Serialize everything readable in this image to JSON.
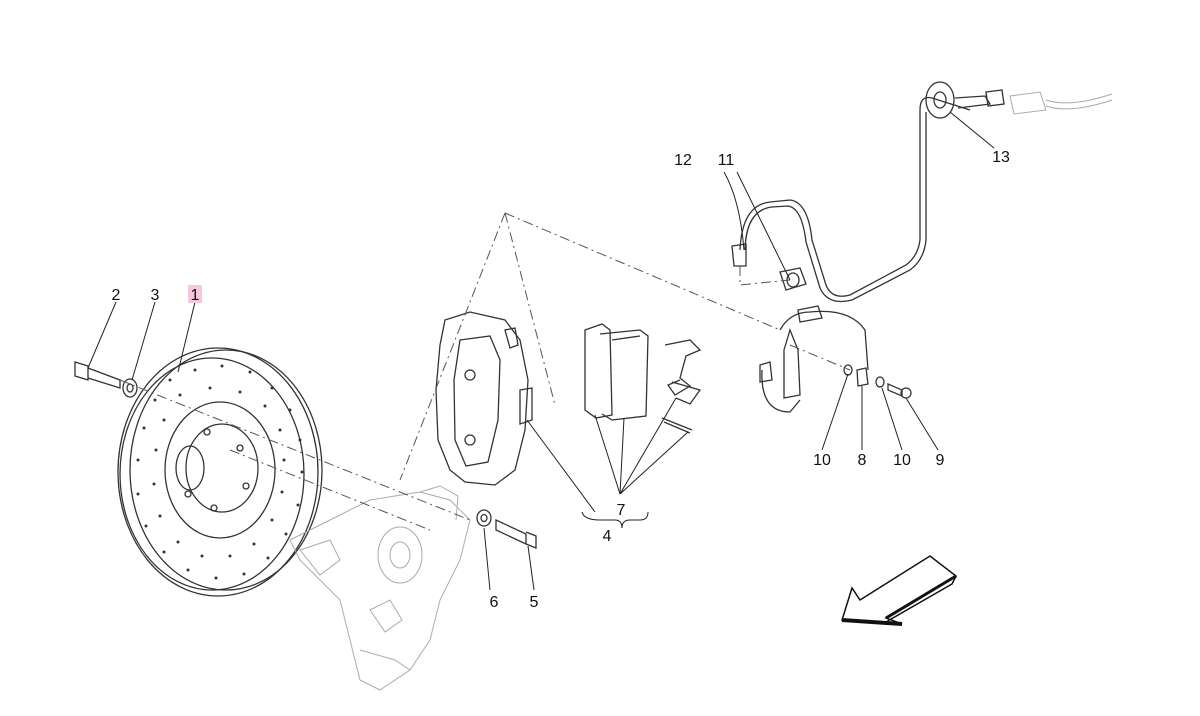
{
  "diagram": {
    "callouts": [
      {
        "id": "c1",
        "label": "1",
        "highlighted": true
      },
      {
        "id": "c2",
        "label": "2"
      },
      {
        "id": "c3",
        "label": "3"
      },
      {
        "id": "c4",
        "label": "4"
      },
      {
        "id": "c5",
        "label": "5"
      },
      {
        "id": "c6",
        "label": "6"
      },
      {
        "id": "c7",
        "label": "7"
      },
      {
        "id": "c8",
        "label": "8"
      },
      {
        "id": "c9",
        "label": "9"
      },
      {
        "id": "c10a",
        "label": "10"
      },
      {
        "id": "c10b",
        "label": "10"
      },
      {
        "id": "c11",
        "label": "11"
      },
      {
        "id": "c12",
        "label": "12"
      },
      {
        "id": "c13",
        "label": "13"
      }
    ],
    "highlight_color": "#f7c6dc",
    "icons": {
      "direction": "arrow-left-down-icon"
    }
  }
}
